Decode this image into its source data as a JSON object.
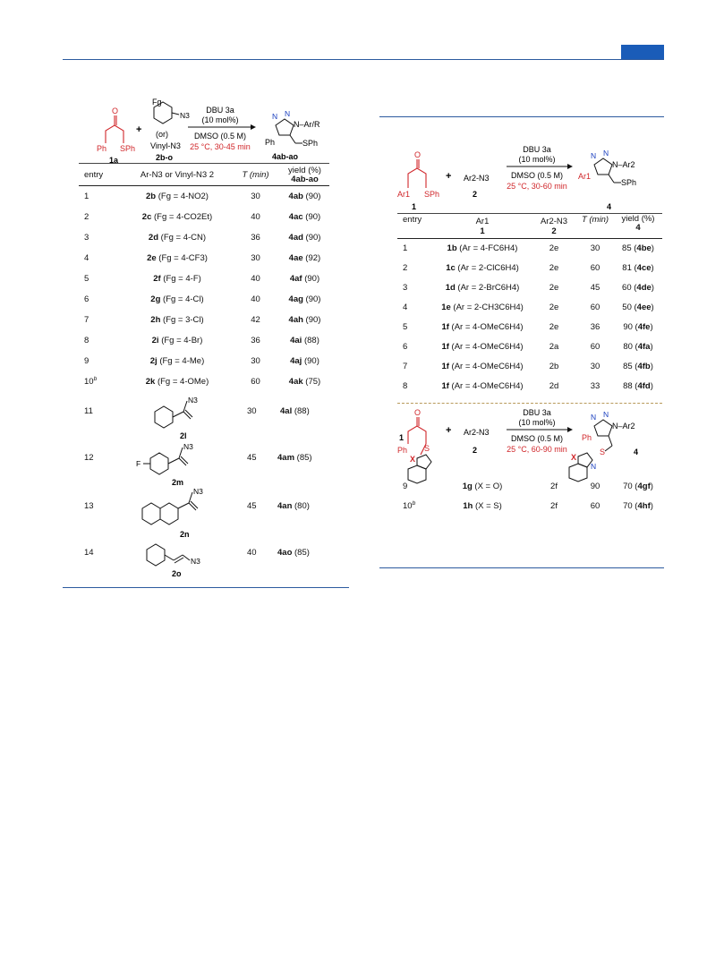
{
  "table1": {
    "scheme": {
      "reagent_top": "DBU 3a",
      "reagent_mid": "(10 mol%)",
      "solvent": "DMSO (0.5 M)",
      "conditions": "25 °C, 30-45 min",
      "sm1_label": "1a",
      "sm2_label": "2b-o",
      "product_label": "4ab-ao",
      "plus": "+",
      "or_text": "(or)",
      "vinyl_text": "Vinyl-N3",
      "fg_text": "Fg",
      "n3_text": "N3",
      "ph_text": "Ph",
      "sph_text": "SPh",
      "o_text": "O",
      "product_n_text": "N",
      "product_ar_text": "N–Ar/R",
      "product_ph_text": "Ph",
      "product_sph_text": "SPh"
    },
    "headers": {
      "entry": "entry",
      "azide": "Ar-N3 or Vinyl-N3 2",
      "time": "T (min)",
      "yield": "yield (%)",
      "yield_sub": "4ab-ao"
    },
    "rows": [
      {
        "entry": "1",
        "cmpd": "2b",
        "fg": "(Fg = 4-NO2)",
        "time": "30",
        "prod": "4ab",
        "yield": "(90)"
      },
      {
        "entry": "2",
        "cmpd": "2c",
        "fg": "(Fg = 4-CO2Et)",
        "time": "40",
        "prod": "4ac",
        "yield": "(90)"
      },
      {
        "entry": "3",
        "cmpd": "2d",
        "fg": "(Fg = 4-CN)",
        "time": "36",
        "prod": "4ad",
        "yield": "(90)"
      },
      {
        "entry": "4",
        "cmpd": "2e",
        "fg": "(Fg = 4-CF3)",
        "time": "30",
        "prod": "4ae",
        "yield": "(92)"
      },
      {
        "entry": "5",
        "cmpd": "2f",
        "fg": "(Fg = 4-F)",
        "time": "40",
        "prod": "4af",
        "yield": "(90)"
      },
      {
        "entry": "6",
        "cmpd": "2g",
        "fg": "(Fg = 4-Cl)",
        "time": "40",
        "prod": "4ag",
        "yield": "(90)"
      },
      {
        "entry": "7",
        "cmpd": "2h",
        "fg": "(Fg = 3-Cl)",
        "time": "42",
        "prod": "4ah",
        "yield": "(90)"
      },
      {
        "entry": "8",
        "cmpd": "2i",
        "fg": "(Fg = 4-Br)",
        "time": "36",
        "prod": "4ai",
        "yield": "(88)"
      },
      {
        "entry": "9",
        "cmpd": "2j",
        "fg": "(Fg = 4-Me)",
        "time": "30",
        "prod": "4aj",
        "yield": "(90)"
      },
      {
        "entry": "10",
        "entry_sup": "b",
        "cmpd": "2k",
        "fg": "(Fg = 4-OMe)",
        "time": "60",
        "prod": "4ak",
        "yield": "(75)"
      }
    ],
    "struct_rows": [
      {
        "entry": "11",
        "label": "2l",
        "time": "30",
        "prod": "4al",
        "yield": "(88)",
        "n3": "N3"
      },
      {
        "entry": "12",
        "label": "2m",
        "time": "45",
        "prod": "4am",
        "yield": "(85)",
        "n3": "N3",
        "f": "F"
      },
      {
        "entry": "13",
        "label": "2n",
        "time": "45",
        "prod": "4an",
        "yield": "(80)",
        "n3": "N3"
      },
      {
        "entry": "14",
        "label": "2o",
        "time": "40",
        "prod": "4ao",
        "yield": "(85)",
        "n3": "N3"
      }
    ]
  },
  "table2": {
    "scheme1": {
      "reagent_top": "DBU 3a",
      "reagent_mid": "(10 mol%)",
      "solvent": "DMSO (0.5 M)",
      "conditions": "25 °C, 30-60 min",
      "sm1_label": "1",
      "sm2_label": "2",
      "product_label": "4",
      "plus": "+",
      "azide_text": "Ar2-N3",
      "o_text": "O",
      "ar1_text": "Ar1",
      "sph_text": "SPh",
      "prod_ar2": "N–Ar2",
      "prod_n": "N",
      "prod_ar1": "Ar1",
      "prod_sph": "SPh"
    },
    "headers": {
      "entry": "entry",
      "ar1": "Ar1",
      "ar1_sub": "1",
      "ar2": "Ar2-N3",
      "ar2_sub": "2",
      "time": "T (min)",
      "yield": "yield (%)",
      "yield_sub": "4"
    },
    "rows": [
      {
        "entry": "1",
        "cmpd": "1b",
        "ar": "(Ar = 4-FC6H4)",
        "az": "2e",
        "time": "30",
        "yield": "85",
        "prod": "4be"
      },
      {
        "entry": "2",
        "cmpd": "1c",
        "ar": "(Ar = 2-ClC6H4)",
        "az": "2e",
        "time": "60",
        "yield": "81",
        "prod": "4ce"
      },
      {
        "entry": "3",
        "cmpd": "1d",
        "ar": "(Ar = 2-BrC6H4)",
        "az": "2e",
        "time": "45",
        "yield": "60",
        "prod": "4de"
      },
      {
        "entry": "4",
        "cmpd": "1e",
        "ar": "(Ar = 2-CH3C6H4)",
        "az": "2e",
        "time": "60",
        "yield": "50",
        "prod": "4ee"
      },
      {
        "entry": "5",
        "cmpd": "1f",
        "ar": "(Ar = 4-OMeC6H4)",
        "az": "2e",
        "time": "36",
        "yield": "90",
        "prod": "4fe"
      },
      {
        "entry": "6",
        "cmpd": "1f",
        "ar": "(Ar = 4-OMeC6H4)",
        "az": "2a",
        "time": "60",
        "yield": "80",
        "prod": "4fa"
      },
      {
        "entry": "7",
        "cmpd": "1f",
        "ar": "(Ar = 4-OMeC6H4)",
        "az": "2b",
        "time": "30",
        "yield": "85",
        "prod": "4fb"
      },
      {
        "entry": "8",
        "cmpd": "1f",
        "ar": "(Ar = 4-OMeC6H4)",
        "az": "2d",
        "time": "33",
        "yield": "88",
        "prod": "4fd"
      }
    ],
    "scheme2": {
      "reagent_top": "DBU 3a",
      "reagent_mid": "(10 mol%)",
      "solvent": "DMSO (0.5 M)",
      "conditions": "25 °C, 60-90 min",
      "sm1_label": "1",
      "sm2_label": "2",
      "product_label": "4",
      "plus": "+",
      "azide_text": "Ar2-N3",
      "o_text": "O",
      "ph_text": "Ph",
      "s_text": "S",
      "x_text": "X",
      "n_text": "N",
      "prod_ar2": "N–Ar2",
      "prod_n": "N",
      "prod_ph": "Ph"
    },
    "rows2": [
      {
        "entry": "9",
        "cmpd": "1g",
        "x": "(X = O)",
        "az": "2f",
        "time": "90",
        "yield": "70",
        "prod": "4gf"
      },
      {
        "entry": "10",
        "entry_sup": "b",
        "cmpd": "1h",
        "x": "(X = S)",
        "az": "2f",
        "time": "60",
        "yield": "70",
        "prod": "4hf"
      }
    ]
  }
}
